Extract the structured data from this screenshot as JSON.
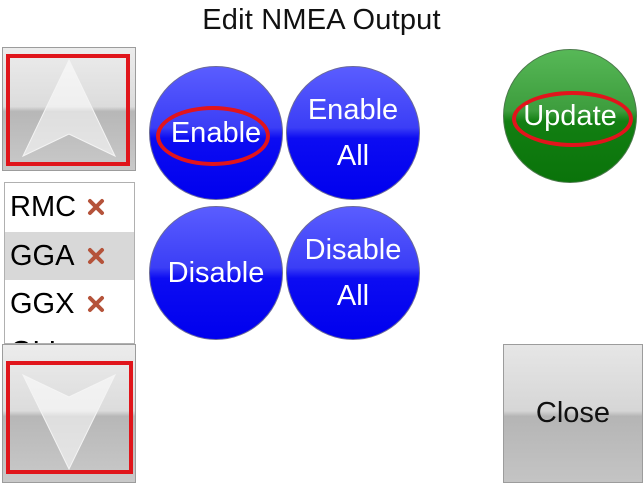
{
  "screen": {
    "title": "Edit NMEA Output"
  },
  "scroll": {
    "up_icon": "arrow-up-icon",
    "down_icon": "arrow-down-icon"
  },
  "sentences": [
    {
      "name": "RMC",
      "status_icon": "x-icon"
    },
    {
      "name": "GGA",
      "status_icon": "x-icon"
    },
    {
      "name": "GGX",
      "status_icon": "x-icon"
    },
    {
      "name": "GLL",
      "status_icon": "x-icon"
    }
  ],
  "actions": {
    "enable_label": "Enable",
    "enable_all_line1": "Enable",
    "enable_all_line2": "All",
    "disable_label": "Disable",
    "disable_all_line1": "Disable",
    "disable_all_line2": "All",
    "update_label": "Update",
    "close_label": "Close"
  },
  "colors": {
    "action_blue": "#0000ee",
    "update_green": "#127f12",
    "highlight_red": "#e0151b",
    "x_mark": "#b5533a"
  }
}
